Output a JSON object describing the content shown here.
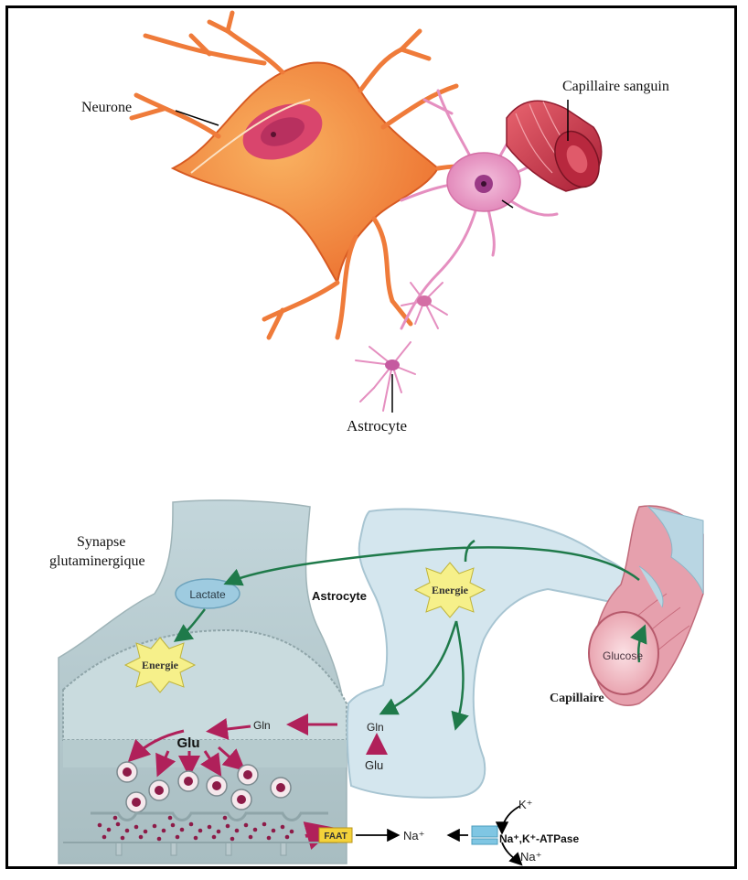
{
  "top_panel": {
    "labels": {
      "neurone": "Neurone",
      "capillaire_sanguin": "Capillaire sanguin",
      "astrocyte": "Astrocyte"
    },
    "colors": {
      "neurone": "#f0873a",
      "astrocyte": "#e58fc0",
      "capillary": "#c9344a",
      "nucleus": "#b8305f"
    }
  },
  "bottom_panel": {
    "labels": {
      "synapse_line1": "Synapse",
      "synapse_line2": "glutaminergique",
      "astrocyte": "Astrocyte",
      "capillaire": "Capillaire",
      "lactate": "Lactate",
      "energie_astro": "Energie",
      "energie_neuron": "Energie",
      "glucose": "Glucose",
      "glu_main": "Glu",
      "gln_main": "Gln",
      "gln_astro": "Gln",
      "glu_astro": "Glu",
      "faat": "FAAT",
      "na_in": "Na⁺",
      "k_in": "K⁺",
      "pump": "Na⁺,K⁺-ATPase",
      "na_out": "Na⁺"
    },
    "colors": {
      "astro_fill": "#cfe3ec",
      "neuron_fill": "#aac3c6",
      "green_arrow": "#1f7a4a",
      "magenta_arrow": "#b0205a",
      "energy_star": "#f6f08a",
      "faat_box": "#f4d23a",
      "vesicle": "#8d1b48",
      "pump": "#7fc6e3"
    }
  }
}
